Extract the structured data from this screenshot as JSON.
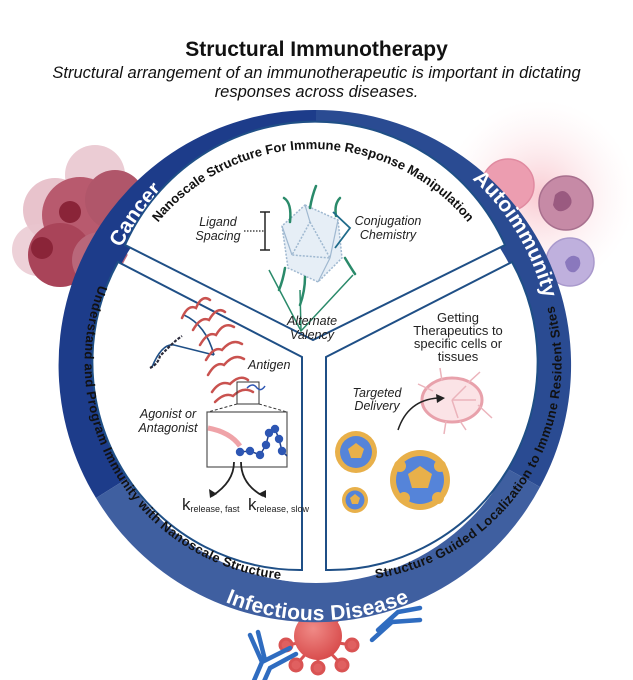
{
  "header": {
    "title": "Structural Immunotherapy",
    "subtitle_line1": "Structural arrangement of  an immunotherapeutic is important in dictating",
    "subtitle_line2": "responses across diseases."
  },
  "ring": {
    "segments": [
      {
        "label": "Cancer",
        "color": "#1d3c8a"
      },
      {
        "label": "Autoimmunity",
        "color": "#2a4b92"
      },
      {
        "label": "Infectious Disease",
        "color": "#3f5fa0"
      }
    ]
  },
  "panels": {
    "top": {
      "title": "Nanoscale Structure For Immune Response Manipulation",
      "labels": {
        "ligand_spacing_1": "Ligand",
        "ligand_spacing_2": "Spacing",
        "conjugation_1": "Conjugation",
        "conjugation_2": "Chemistry",
        "valency_1": "Alternate",
        "valency_2": "Valency"
      }
    },
    "left": {
      "title": "Understand and Program Immunity with Nanoscale Structure",
      "labels": {
        "antigen": "Antigen",
        "agonist_1": "Agonist or",
        "agonist_2": "Antagonist",
        "k_fast_main": "k",
        "k_fast_sub": "release, fast",
        "k_slow_main": "k",
        "k_slow_sub": "release, slow"
      }
    },
    "right": {
      "title": "Structure Guided Localization to Immune Resident Sites",
      "labels": {
        "getting_1": "Getting",
        "getting_2": "Therapeutics to",
        "getting_3": "specific cells or",
        "getting_4": "tissues",
        "targeted_1": "Targeted",
        "targeted_2": "Delivery"
      }
    }
  },
  "colors": {
    "panel_border": "#1f4f86",
    "dna_red": "#c9524f",
    "bead_blue": "#2d56b3",
    "icosa_green": "#2a8a6a",
    "np_orange": "#e8b04a",
    "np_blue": "#5584d9",
    "virus_red": "#e06060",
    "antibody_blue": "#2f6cc0",
    "cancer_red": "#a94459",
    "autoimmune_pink": "#f4c5cc"
  }
}
